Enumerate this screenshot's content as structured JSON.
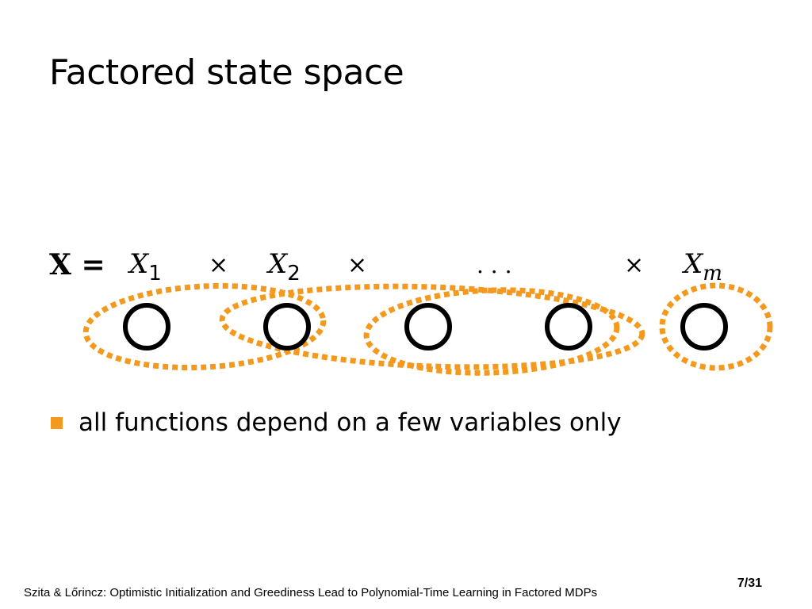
{
  "slide": {
    "title": "Factored state space",
    "page_number": "7/31",
    "footer": "Szita & Lőrincz: Optimistic Initialization and Greediness Lead to Polynomial-Time Learning in Factored MDPs"
  },
  "equation": {
    "lhs": "X =",
    "factors": [
      {
        "base": "X",
        "sub": "1"
      },
      {
        "base": "X",
        "sub": "2"
      },
      {
        "base": "X",
        "sub": "m"
      }
    ],
    "times": "×",
    "ellipsis": ". . ."
  },
  "bullets": [
    "all functions depend on a few variables only"
  ],
  "colors": {
    "accent": "#f39a1e",
    "text": "#000000",
    "background": "#ffffff"
  }
}
